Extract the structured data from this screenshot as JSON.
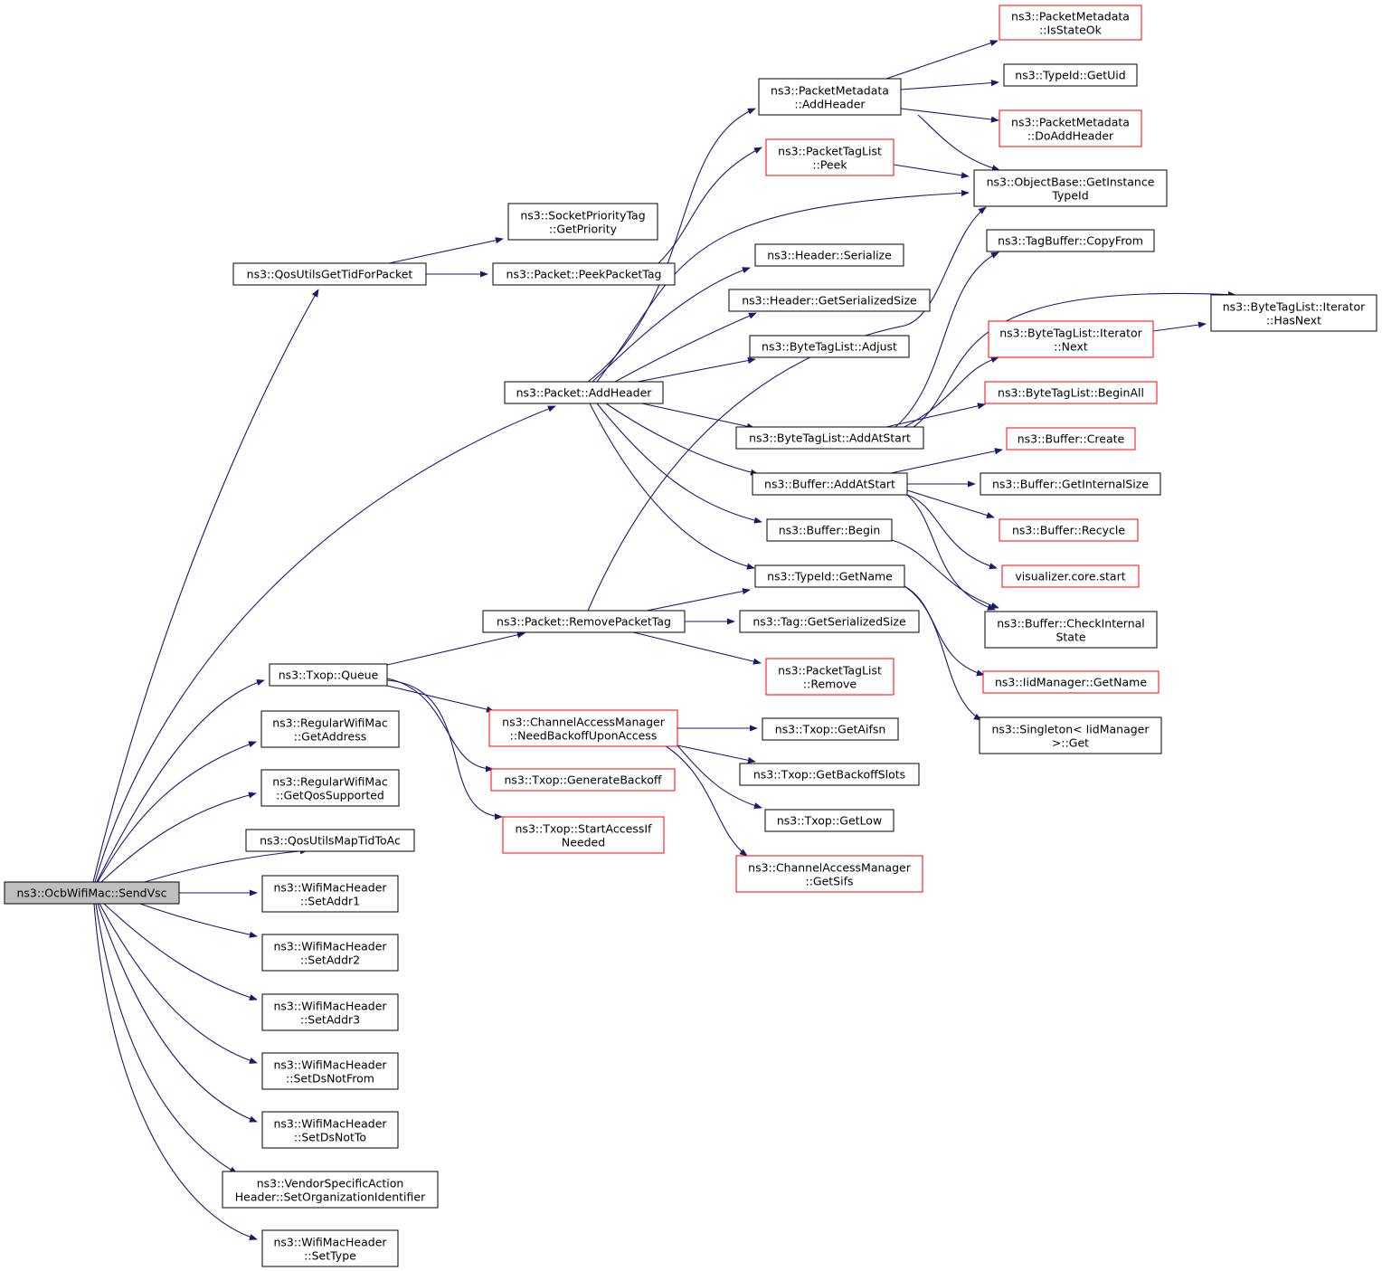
{
  "colors": {
    "edge": "#191970",
    "node_border_normal": "#000000",
    "node_border_truncated": "#ff0000",
    "root_fill": "#bfbfbf",
    "node_fill": "#ffffff"
  },
  "root": "n_root",
  "nodes": [
    {
      "id": "n_root",
      "lines": [
        "ns3::OcbWifiMac::SendVsc"
      ],
      "truncated": false
    },
    {
      "id": "n_qos_tid",
      "lines": [
        "ns3::QosUtilsGetTidForPacket"
      ],
      "truncated": false
    },
    {
      "id": "n_sockprio",
      "lines": [
        "ns3::SocketPriorityTag",
        "::GetPriority"
      ],
      "truncated": false
    },
    {
      "id": "n_peekpkt",
      "lines": [
        "ns3::Packet::PeekPacketTag"
      ],
      "truncated": false
    },
    {
      "id": "n_addheader",
      "lines": [
        "ns3::Packet::AddHeader"
      ],
      "truncated": false
    },
    {
      "id": "n_pm_add",
      "lines": [
        "ns3::PacketMetadata",
        "::AddHeader"
      ],
      "truncated": false
    },
    {
      "id": "n_ptl_peek",
      "lines": [
        "ns3::PacketTagList",
        "::Peek"
      ],
      "truncated": true
    },
    {
      "id": "n_hdr_ser",
      "lines": [
        "ns3::Header::Serialize"
      ],
      "truncated": false
    },
    {
      "id": "n_hdr_size",
      "lines": [
        "ns3::Header::GetSerializedSize"
      ],
      "truncated": false
    },
    {
      "id": "n_btl_adjust",
      "lines": [
        "ns3::ByteTagList::Adjust"
      ],
      "truncated": false
    },
    {
      "id": "n_btl_addstart",
      "lines": [
        "ns3::ByteTagList::AddAtStart"
      ],
      "truncated": false
    },
    {
      "id": "n_buf_addstart",
      "lines": [
        "ns3::Buffer::AddAtStart"
      ],
      "truncated": false
    },
    {
      "id": "n_buf_begin",
      "lines": [
        "ns3::Buffer::Begin"
      ],
      "truncated": false
    },
    {
      "id": "n_typeid_name",
      "lines": [
        "ns3::TypeId::GetName"
      ],
      "truncated": false
    },
    {
      "id": "n_rmpkt",
      "lines": [
        "ns3::Packet::RemovePacketTag"
      ],
      "truncated": false
    },
    {
      "id": "n_tag_size",
      "lines": [
        "ns3::Tag::GetSerializedSize"
      ],
      "truncated": false
    },
    {
      "id": "n_ptl_remove",
      "lines": [
        "ns3::PacketTagList",
        "::Remove"
      ],
      "truncated": true
    },
    {
      "id": "n_txop_queue",
      "lines": [
        "ns3::Txop::Queue"
      ],
      "truncated": false
    },
    {
      "id": "n_cam_need",
      "lines": [
        "ns3::ChannelAccessManager",
        "::NeedBackoffUponAccess"
      ],
      "truncated": true
    },
    {
      "id": "n_txop_genbk",
      "lines": [
        "ns3::Txop::GenerateBackoff"
      ],
      "truncated": true
    },
    {
      "id": "n_txop_start",
      "lines": [
        "ns3::Txop::StartAccessIf",
        "Needed"
      ],
      "truncated": true
    },
    {
      "id": "n_txop_aifsn",
      "lines": [
        "ns3::Txop::GetAifsn"
      ],
      "truncated": false
    },
    {
      "id": "n_txop_slots",
      "lines": [
        "ns3::Txop::GetBackoffSlots"
      ],
      "truncated": false
    },
    {
      "id": "n_txop_low",
      "lines": [
        "ns3::Txop::GetLow"
      ],
      "truncated": false
    },
    {
      "id": "n_cam_sifs",
      "lines": [
        "ns3::ChannelAccessManager",
        "::GetSifs"
      ],
      "truncated": true
    },
    {
      "id": "n_rwm_addr",
      "lines": [
        "ns3::RegularWifiMac",
        "::GetAddress"
      ],
      "truncated": false
    },
    {
      "id": "n_rwm_qos",
      "lines": [
        "ns3::RegularWifiMac",
        "::GetQosSupported"
      ],
      "truncated": false
    },
    {
      "id": "n_qos_map",
      "lines": [
        "ns3::QosUtilsMapTidToAc"
      ],
      "truncated": false
    },
    {
      "id": "n_wmh_a1",
      "lines": [
        "ns3::WifiMacHeader",
        "::SetAddr1"
      ],
      "truncated": false
    },
    {
      "id": "n_wmh_a2",
      "lines": [
        "ns3::WifiMacHeader",
        "::SetAddr2"
      ],
      "truncated": false
    },
    {
      "id": "n_wmh_a3",
      "lines": [
        "ns3::WifiMacHeader",
        "::SetAddr3"
      ],
      "truncated": false
    },
    {
      "id": "n_wmh_dsfrom",
      "lines": [
        "ns3::WifiMacHeader",
        "::SetDsNotFrom"
      ],
      "truncated": false
    },
    {
      "id": "n_wmh_dsto",
      "lines": [
        "ns3::WifiMacHeader",
        "::SetDsNotTo"
      ],
      "truncated": false
    },
    {
      "id": "n_vsa",
      "lines": [
        "ns3::VendorSpecificAction",
        "Header::SetOrganizationIdentifier"
      ],
      "truncated": false
    },
    {
      "id": "n_wmh_type",
      "lines": [
        "ns3::WifiMacHeader",
        "::SetType"
      ],
      "truncated": false
    },
    {
      "id": "n_pm_stateok",
      "lines": [
        "ns3::PacketMetadata",
        "::IsStateOk"
      ],
      "truncated": true
    },
    {
      "id": "n_typeid_uid",
      "lines": [
        "ns3::TypeId::GetUid"
      ],
      "truncated": false
    },
    {
      "id": "n_pm_doadd",
      "lines": [
        "ns3::PacketMetadata",
        "::DoAddHeader"
      ],
      "truncated": true
    },
    {
      "id": "n_obj_getinst",
      "lines": [
        "ns3::ObjectBase::GetInstance",
        "TypeId"
      ],
      "truncated": false
    },
    {
      "id": "n_tagbuf_copy",
      "lines": [
        "ns3::TagBuffer::CopyFrom"
      ],
      "truncated": false
    },
    {
      "id": "n_btl_it_next",
      "lines": [
        "ns3::ByteTagList::Iterator",
        "::Next"
      ],
      "truncated": true
    },
    {
      "id": "n_btl_beginall",
      "lines": [
        "ns3::ByteTagList::BeginAll"
      ],
      "truncated": true
    },
    {
      "id": "n_btl_it_hasnext",
      "lines": [
        "ns3::ByteTagList::Iterator",
        "::HasNext"
      ],
      "truncated": false
    },
    {
      "id": "n_buf_create",
      "lines": [
        "ns3::Buffer::Create"
      ],
      "truncated": true
    },
    {
      "id": "n_buf_intsize",
      "lines": [
        "ns3::Buffer::GetInternalSize"
      ],
      "truncated": false
    },
    {
      "id": "n_buf_recycle",
      "lines": [
        "ns3::Buffer::Recycle"
      ],
      "truncated": true
    },
    {
      "id": "n_viz_start",
      "lines": [
        "visualizer.core.start"
      ],
      "truncated": true
    },
    {
      "id": "n_buf_check",
      "lines": [
        "ns3::Buffer::CheckInternal",
        "State"
      ],
      "truncated": false
    },
    {
      "id": "n_iid_getname",
      "lines": [
        "ns3::IidManager::GetName"
      ],
      "truncated": true
    },
    {
      "id": "n_singleton_get",
      "lines": [
        "ns3::Singleton< IidManager",
        ">::Get"
      ],
      "truncated": false
    }
  ],
  "edges": [
    {
      "from": "n_root",
      "to": "n_qos_tid"
    },
    {
      "from": "n_root",
      "to": "n_addheader"
    },
    {
      "from": "n_root",
      "to": "n_txop_queue"
    },
    {
      "from": "n_root",
      "to": "n_rwm_addr"
    },
    {
      "from": "n_root",
      "to": "n_rwm_qos"
    },
    {
      "from": "n_root",
      "to": "n_qos_map"
    },
    {
      "from": "n_root",
      "to": "n_wmh_a1"
    },
    {
      "from": "n_root",
      "to": "n_wmh_a2"
    },
    {
      "from": "n_root",
      "to": "n_wmh_a3"
    },
    {
      "from": "n_root",
      "to": "n_wmh_dsfrom"
    },
    {
      "from": "n_root",
      "to": "n_wmh_dsto"
    },
    {
      "from": "n_root",
      "to": "n_vsa"
    },
    {
      "from": "n_root",
      "to": "n_wmh_type"
    },
    {
      "from": "n_qos_tid",
      "to": "n_sockprio"
    },
    {
      "from": "n_qos_tid",
      "to": "n_peekpkt"
    },
    {
      "from": "n_peekpkt",
      "to": "n_ptl_peek"
    },
    {
      "from": "n_addheader",
      "to": "n_pm_add"
    },
    {
      "from": "n_addheader",
      "to": "n_obj_getinst"
    },
    {
      "from": "n_addheader",
      "to": "n_hdr_ser"
    },
    {
      "from": "n_addheader",
      "to": "n_hdr_size"
    },
    {
      "from": "n_addheader",
      "to": "n_btl_adjust"
    },
    {
      "from": "n_addheader",
      "to": "n_btl_addstart"
    },
    {
      "from": "n_addheader",
      "to": "n_buf_addstart"
    },
    {
      "from": "n_addheader",
      "to": "n_buf_begin"
    },
    {
      "from": "n_addheader",
      "to": "n_typeid_name"
    },
    {
      "from": "n_pm_add",
      "to": "n_pm_stateok"
    },
    {
      "from": "n_pm_add",
      "to": "n_typeid_uid"
    },
    {
      "from": "n_pm_add",
      "to": "n_pm_doadd"
    },
    {
      "from": "n_pm_add",
      "to": "n_obj_getinst"
    },
    {
      "from": "n_ptl_peek",
      "to": "n_obj_getinst"
    },
    {
      "from": "n_btl_addstart",
      "to": "n_tagbuf_copy"
    },
    {
      "from": "n_btl_addstart",
      "to": "n_btl_it_next"
    },
    {
      "from": "n_btl_addstart",
      "to": "n_btl_beginall"
    },
    {
      "from": "n_btl_addstart",
      "to": "n_btl_it_hasnext"
    },
    {
      "from": "n_btl_it_next",
      "to": "n_btl_it_hasnext"
    },
    {
      "from": "n_buf_addstart",
      "to": "n_buf_create"
    },
    {
      "from": "n_buf_addstart",
      "to": "n_buf_intsize"
    },
    {
      "from": "n_buf_addstart",
      "to": "n_buf_recycle"
    },
    {
      "from": "n_buf_addstart",
      "to": "n_viz_start"
    },
    {
      "from": "n_buf_addstart",
      "to": "n_buf_check"
    },
    {
      "from": "n_buf_begin",
      "to": "n_buf_check"
    },
    {
      "from": "n_typeid_name",
      "to": "n_iid_getname"
    },
    {
      "from": "n_typeid_name",
      "to": "n_singleton_get"
    },
    {
      "from": "n_rmpkt",
      "to": "n_typeid_name"
    },
    {
      "from": "n_rmpkt",
      "to": "n_tag_size"
    },
    {
      "from": "n_rmpkt",
      "to": "n_ptl_remove"
    },
    {
      "from": "n_rmpkt",
      "to": "n_obj_getinst"
    },
    {
      "from": "n_txop_queue",
      "to": "n_rmpkt"
    },
    {
      "from": "n_txop_queue",
      "to": "n_cam_need"
    },
    {
      "from": "n_txop_queue",
      "to": "n_txop_genbk"
    },
    {
      "from": "n_txop_queue",
      "to": "n_txop_start"
    },
    {
      "from": "n_cam_need",
      "to": "n_txop_aifsn"
    },
    {
      "from": "n_cam_need",
      "to": "n_txop_slots"
    },
    {
      "from": "n_cam_need",
      "to": "n_txop_low"
    },
    {
      "from": "n_cam_need",
      "to": "n_cam_sifs"
    }
  ]
}
